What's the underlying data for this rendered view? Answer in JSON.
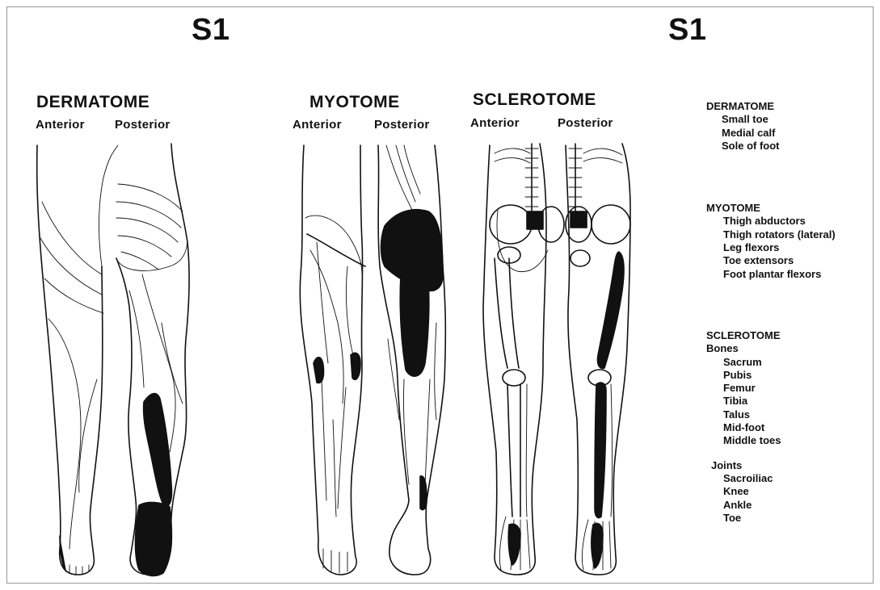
{
  "titles": {
    "left": "S1",
    "right": "S1"
  },
  "sections": {
    "dermatome": {
      "title": "DERMATOME",
      "anterior": "Anterior",
      "posterior": "Posterior"
    },
    "myotome": {
      "title": "MYOTOME",
      "anterior": "Anterior",
      "posterior": "Posterior"
    },
    "sclerotome": {
      "title": "SCLEROTOME",
      "anterior": "Anterior",
      "posterior": "Posterior"
    }
  },
  "legend": {
    "dermatome": {
      "heading": "DERMATOME",
      "items": [
        "Small toe",
        "Medial calf",
        "Sole of foot"
      ]
    },
    "myotome": {
      "heading": "MYOTOME",
      "items": [
        "Thigh abductors",
        "Thigh rotators (lateral)",
        "Leg flexors",
        "Toe extensors",
        "Foot plantar flexors"
      ]
    },
    "sclerotome": {
      "heading": "SCLEROTOME",
      "bones_heading": "Bones",
      "bones": [
        "Sacrum",
        "Pubis",
        "Femur",
        "Tibia",
        "Talus",
        "Mid-foot",
        "Middle toes"
      ],
      "joints_heading": "Joints",
      "joints": [
        "Sacroiliac",
        "Knee",
        "Ankle",
        "Toe"
      ]
    }
  },
  "colors": {
    "ink": "#111111",
    "background": "#ffffff",
    "highlight": "#111111"
  }
}
